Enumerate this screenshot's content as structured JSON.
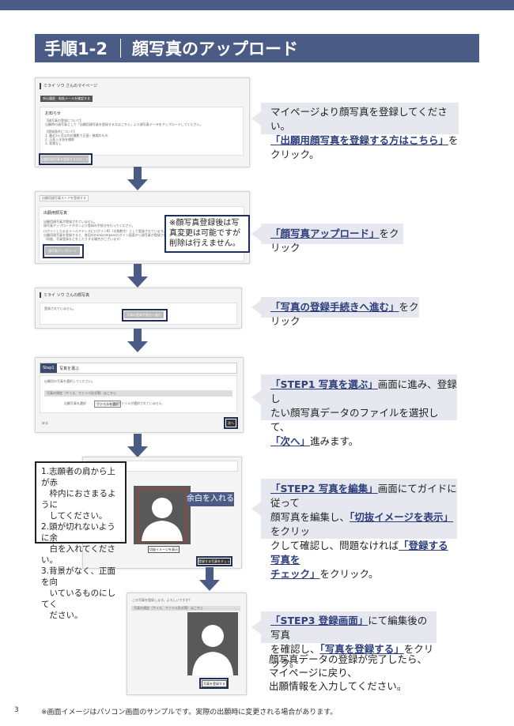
{
  "header": {
    "step": "手順1-2",
    "title": "顔写真のアップロード"
  },
  "shot1": {
    "title": "ミライ ソウ さんのマイページ",
    "tab_button": "申込履歴・取扱メールを確認する",
    "notice_heading": "お知らせ",
    "notice_lines": [
      "【顔写真の登録について】",
      "出願時の顔写真として「出願用顔写真を登録する方はこちら」より顔写真データをアップロードしてください。",
      "【登録条件について】",
      "1. 最近3ヶ月以内の撮影で正面・無帽のもの",
      "2. 正面上半身を撮影",
      "3. 背景なし"
    ],
    "link_button": "出願用顔写真を登録する方はこちら"
  },
  "step1": {
    "line1": "マイページより顔写真を登録してください。",
    "link": "「出願用顔写真を登録する方はこちら」",
    "line2_rest": "をクリック。"
  },
  "shot2": {
    "breadcrumb": "出願用顔写真ストアを登録する",
    "heading": "出願用顔写真",
    "lines": [
      "出願用顔写真が登録されていません。",
      "顔写真アップロードボタンより登録の手続きを行ってください。",
      "ログインしたままメールアドレスにログインID（半角数字）として登録されています。",
      "出願用顔写真を登録すると、各回のmiraicompassログイン画面から顔写真が登録されます。",
      "（再度、写真登録などをしたりする場合がございます）"
    ],
    "button": "顔写真アップロード",
    "note": "※顔写真登録後は写真変更は可能ですが削除は行えません。"
  },
  "step2": {
    "link": "「顔写真アップロード」",
    "rest": "をクリック"
  },
  "shot3": {
    "title": "ミライ ソウ さんの顔写真",
    "line": "登録されていません。",
    "button": "写真の登録手続きへ進む"
  },
  "step3": {
    "link": "「写真の登録手続きへ進む」",
    "rest": "をクリック"
  },
  "shot4": {
    "step_tag": "Step1",
    "step_title": "写真を選ぶ",
    "lead": "出願用の写真を選択してください。",
    "format_line": "写真の規定（サイズ、ファイル形式等）はこちら",
    "file_label": "出願写真を選択",
    "file_button": "ファイルを選択",
    "file_status": "ファイルが選択されていません",
    "back": "戻る",
    "next": "次へ"
  },
  "step4": {
    "l1_link": "「STEP1 写真を選ぶ」",
    "l1_rest": "画面に進み、登録し",
    "l2": "たい顔写真データのファイルを選択して、",
    "l3_link": "「次へ」",
    "l3_rest": "進みます。"
  },
  "guide_note": [
    "1.志願者の肩から上が赤",
    "　枠内におさまるように",
    "　してください。",
    "2.頭が切れないように余",
    "　白を入れてください。",
    "3.背景がなく、正面を向",
    "　いているものにしてく",
    "　ださい。"
  ],
  "shot5": {
    "margin_label": "余白を入れる",
    "buttons": [
      "切抜イメージを表示",
      "登録する写真をチェック"
    ]
  },
  "step5": {
    "l1_link": "「STEP2 写真を編集」",
    "l1_rest": "画面にてガイドに従って",
    "l2_a": "顔写真を編集し、",
    "l2_link": "「切抜イメージを表示」",
    "l2_rest": "をクリッ",
    "l3_a": "クして確認し、問題なければ",
    "l3_link": "「登録する写真を",
    "l4_link": "チェック」",
    "l4_rest": "をクリック。"
  },
  "shot6": {
    "lead": "この写真を登録します。よろしいですか？",
    "format_line": "写真の規定（サイズ、ファイル形式等）はこちら",
    "button": "写真を登録する"
  },
  "step6": {
    "l1_link": "「STEP3 登録画面」",
    "l1_rest": "にて編集後の写真",
    "l2_a": "を確認し、",
    "l2_link": "「写真を登録する」",
    "l2_rest": "をクリック。"
  },
  "finish": [
    "顔写真データの登録が完了したら、",
    "マイページに戻り、",
    "出願情報を入力してください。"
  ],
  "footer": {
    "page": "3",
    "note": "※画面イメージはパソコン画面のサンプルです。実際の出願時に変更される場合があります。"
  },
  "colors": {
    "navy": "#4a5b86",
    "dark_navy": "#1f2f5a",
    "callout_bg": "#e7e8ef",
    "link": "#2c3e7b"
  }
}
